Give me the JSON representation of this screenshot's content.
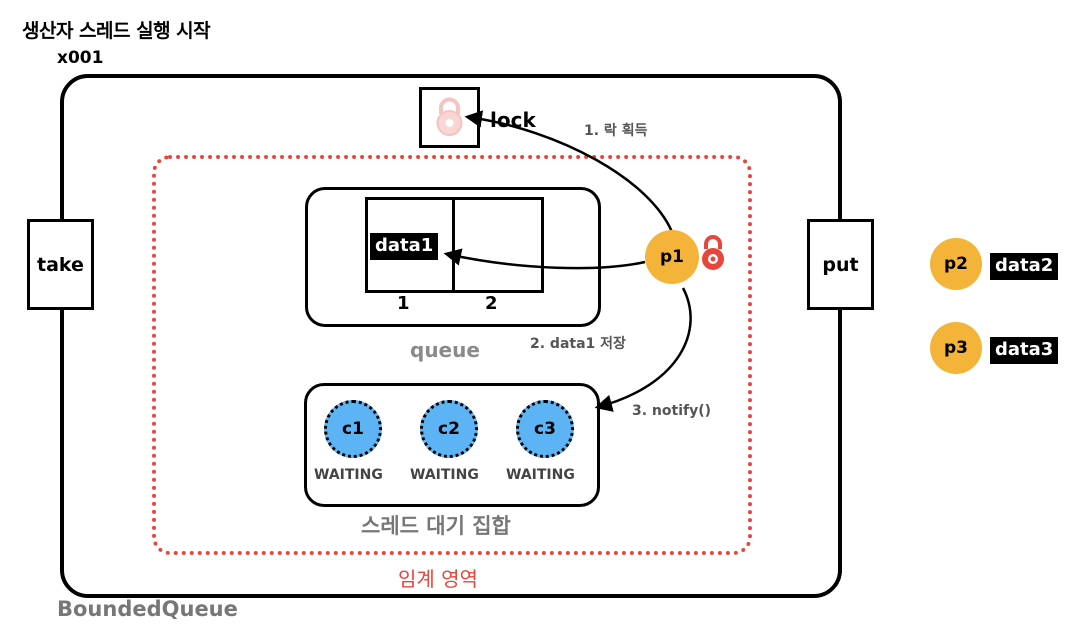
{
  "title": "생산자 스레드 실행 시작",
  "instance_address": "x001",
  "lock_label": "lock",
  "buttons": {
    "take": "take",
    "put": "put"
  },
  "queue": {
    "label": "queue",
    "slots": [
      {
        "index": "1",
        "value": "data1"
      },
      {
        "index": "2",
        "value": ""
      }
    ]
  },
  "producer_active": {
    "name": "p1"
  },
  "producers_waiting": [
    {
      "name": "p2",
      "data": "data2"
    },
    {
      "name": "p3",
      "data": "data3"
    }
  ],
  "consumers": [
    {
      "name": "c1",
      "state": "WAITING"
    },
    {
      "name": "c2",
      "state": "WAITING"
    },
    {
      "name": "c3",
      "state": "WAITING"
    }
  ],
  "wait_set_label": "스레드 대기 집합",
  "critical_section_label": "임계 영역",
  "class_label": "BoundedQueue",
  "steps": [
    "1. 락 획득",
    "2. data1 저장",
    "3. notify()"
  ],
  "colors": {
    "producer": "#f4b43a",
    "consumer": "#5cb4f4",
    "critical": "#e8453c",
    "lock_icon": "#e8453c"
  }
}
